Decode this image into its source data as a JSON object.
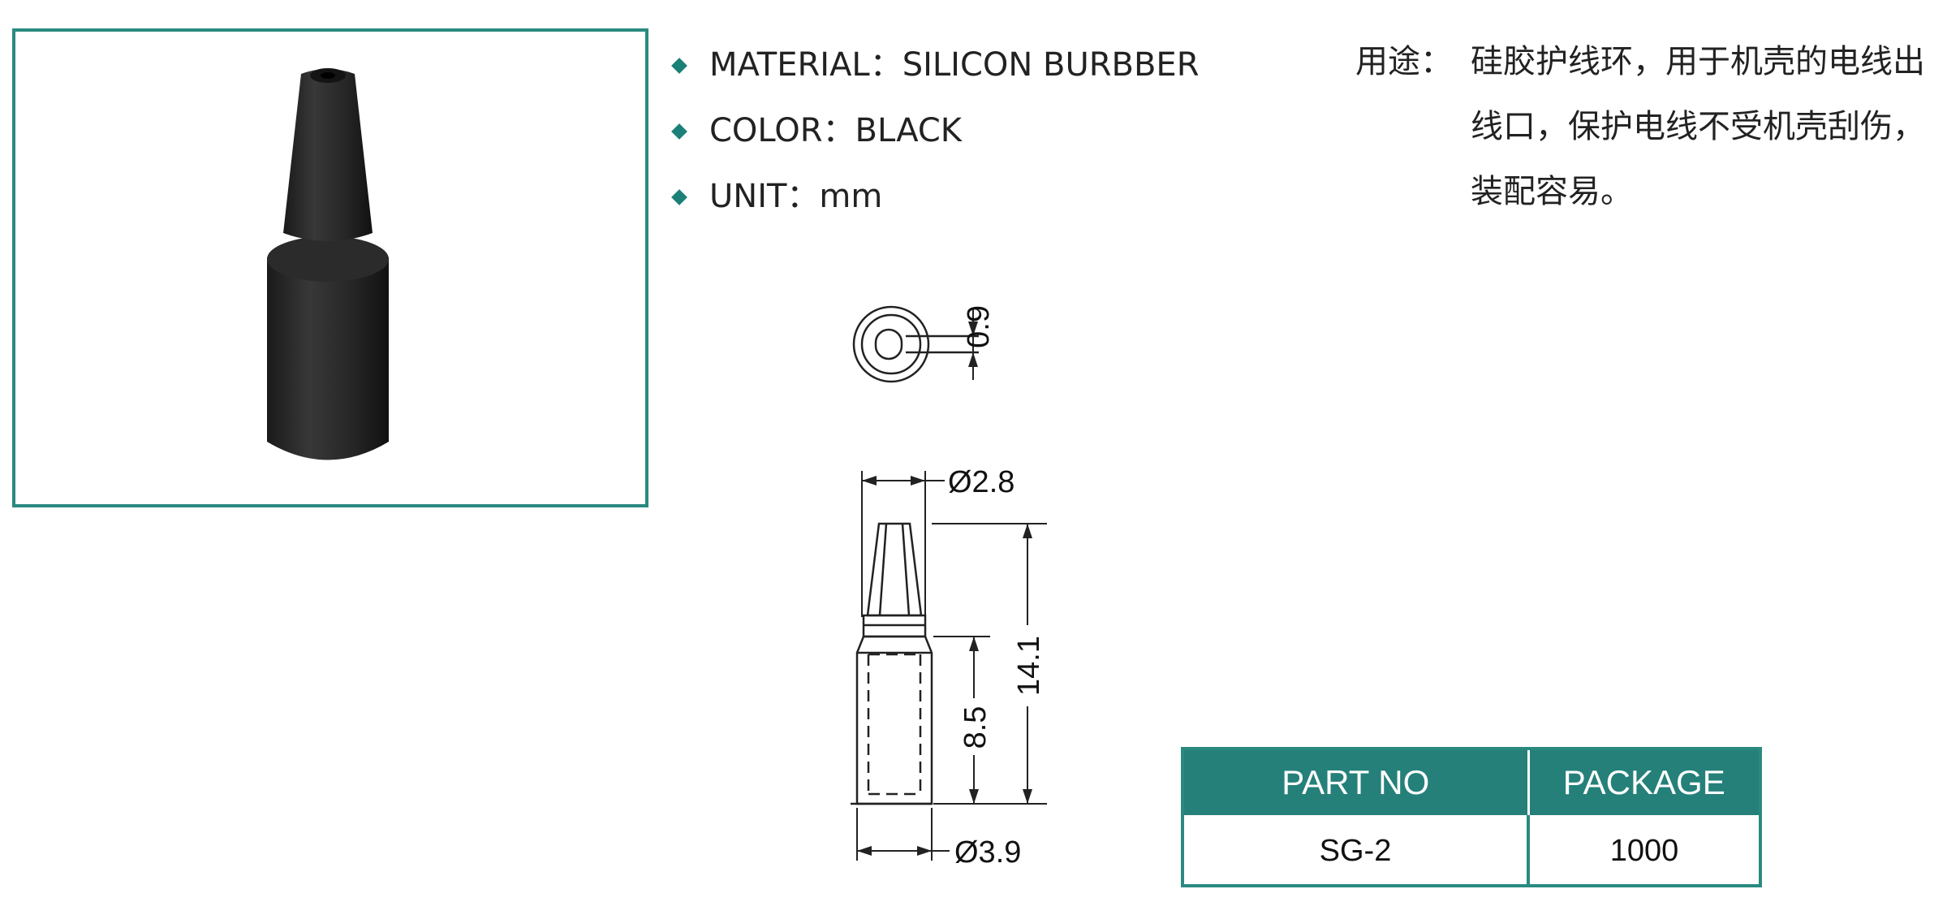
{
  "specs": [
    {
      "text": "MATERIAL：SILICON BURBBER"
    },
    {
      "text": "COLOR：BLACK"
    },
    {
      "text": "UNIT：mm"
    }
  ],
  "usage": {
    "label": "用途：",
    "text": "硅胶护线环，用于机壳的电线出线口，保护电线不受机壳刮伤，装配容易。"
  },
  "drawing": {
    "dim_hole": "0.9",
    "dim_top_diameter": "Ø2.8",
    "dim_total_length": "14.1",
    "dim_body_length": "8.5",
    "dim_bottom_diameter": "Ø3.9"
  },
  "table": {
    "headers": [
      "PART NO",
      "PACKAGE"
    ],
    "rows": [
      [
        "SG-2",
        "1000"
      ]
    ]
  },
  "colors": {
    "accent": "#2a8a80",
    "header_bg": "#25807a"
  }
}
